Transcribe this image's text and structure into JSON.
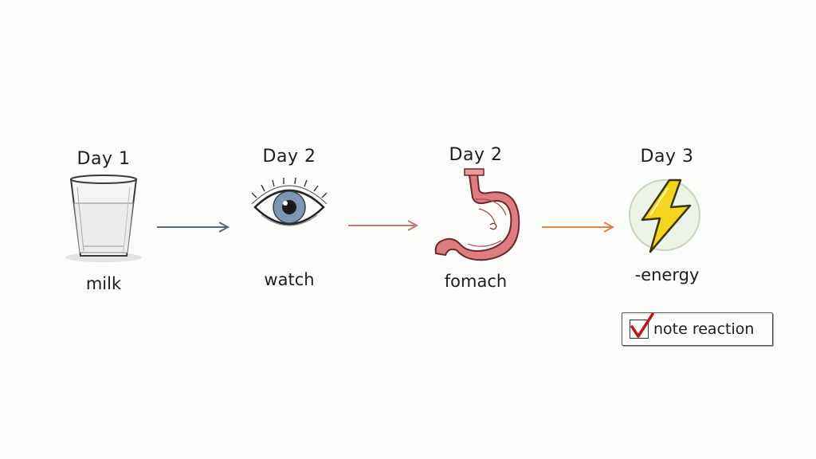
{
  "steps": [
    {
      "day": "Day 1",
      "label": "milk",
      "icon": "milk-glass-icon"
    },
    {
      "day": "Day 2",
      "label": "watch",
      "icon": "eye-icon"
    },
    {
      "day": "Day 2",
      "label": "fomach",
      "icon": "stomach-icon"
    },
    {
      "day": "Day 3",
      "label": "-energy",
      "icon": "lightning-bolt-icon"
    }
  ],
  "arrows": [
    {
      "color": "#5a6b7a"
    },
    {
      "color": "#c07a74"
    },
    {
      "color": "#e0824a"
    }
  ],
  "note": {
    "label": "note reaction",
    "checked": true,
    "check_color": "#c0141c"
  }
}
